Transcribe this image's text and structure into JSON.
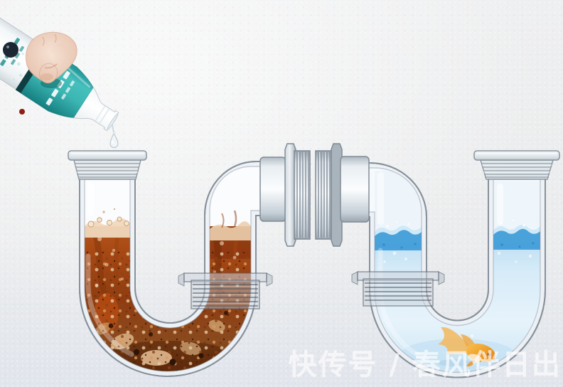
{
  "watermark": {
    "text": "快传号 / 春风伴日出",
    "color": "#ffffff",
    "opacity": 0.68
  },
  "scene": {
    "description": "Drain-cleaner advert: cleaner poured into clogged glass U-trap (left) versus clean U-trap with goldfish (right)"
  },
  "elements": {
    "bottle": "drain-cleaner-bottle",
    "hand": "hand-holding-bottle",
    "droplet": "pouring-droplet",
    "left_pipe": "clogged-u-trap-pipe",
    "right_pipe": "clean-u-trap-pipe",
    "couplings": "threaded-pipe-couplings",
    "slip_nuts": "pipe-slip-nuts",
    "flanges": "drain-flanges",
    "fish": "goldfish"
  },
  "colors": {
    "background": "#ecedee",
    "bottle_label_teal": "#3cb6b3",
    "dirty_sludge_dark": "#6b2a08",
    "dirty_sludge_rust": "#b0491a",
    "grime_tan": "#ddb98c",
    "clean_water_blue": "#3f9bd8",
    "clean_water_light": "#d6ebf8",
    "goldfish_orange": "#f0a22e",
    "pipe_outline": "#87919b",
    "skin": "#eac9b6"
  }
}
